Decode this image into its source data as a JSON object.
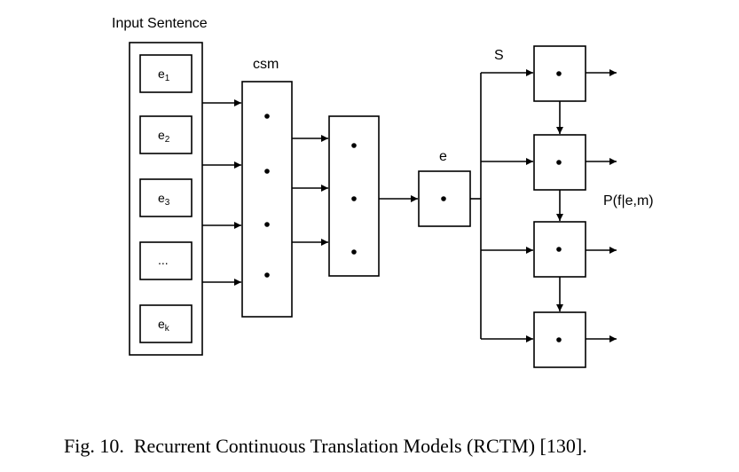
{
  "input_title": "Input Sentence",
  "tokens": {
    "t1_base": "e",
    "t1_sub": "1",
    "t2_base": "e",
    "t2_sub": "2",
    "t3_base": "e",
    "t3_sub": "3",
    "t4": "...",
    "tk_base": "e",
    "tk_sub": "k"
  },
  "csm_label": "csm",
  "e_label": "e",
  "s_label": "S",
  "output_label": "P(f|e,m)",
  "caption": "Fig. 10.  Recurrent Continuous Translation Models (RCTM) [130]."
}
